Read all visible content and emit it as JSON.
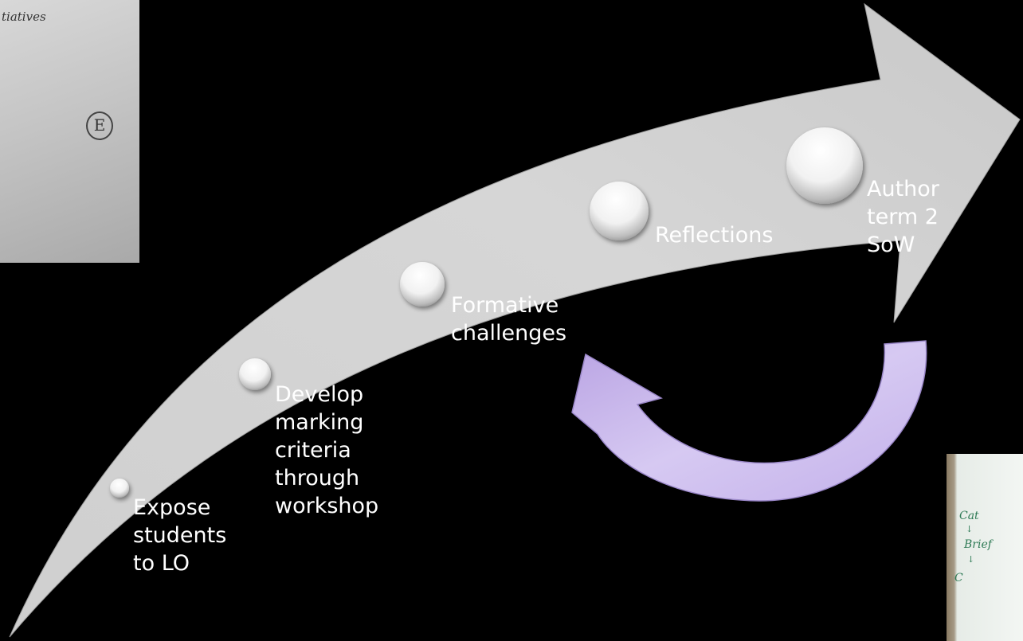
{
  "stages": [
    {
      "label": "Expose\nstudents\nto LO"
    },
    {
      "label": "Develop\nmarking\ncriteria\nthrough\nworkshop"
    },
    {
      "label": "Formative\nchallenges"
    },
    {
      "label": "Reflections"
    },
    {
      "label": "Author\nterm 2\nSoW"
    }
  ],
  "photos": {
    "top_left_text": "tiatives",
    "top_left_mark": "E"
  },
  "colors": {
    "arrow": "#d4d4d4",
    "cycle_arrow": "#c8b6ea",
    "label": "#ffffff",
    "background": "#000000"
  }
}
